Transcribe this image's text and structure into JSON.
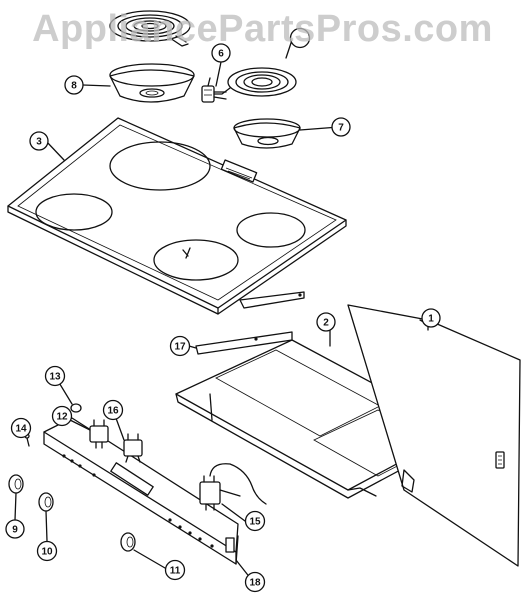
{
  "watermark": "AppliancePartsPros.com",
  "callouts": [
    {
      "id": "c1",
      "label": "1"
    },
    {
      "id": "c2",
      "label": "2"
    },
    {
      "id": "c3",
      "label": "3"
    },
    {
      "id": "c6",
      "label": "6"
    },
    {
      "id": "c7",
      "label": "7"
    },
    {
      "id": "c8",
      "label": "8"
    },
    {
      "id": "c9",
      "label": "9"
    },
    {
      "id": "c10",
      "label": "10"
    },
    {
      "id": "c11",
      "label": "11"
    },
    {
      "id": "c12",
      "label": "12"
    },
    {
      "id": "c13",
      "label": "13"
    },
    {
      "id": "c14",
      "label": "14"
    },
    {
      "id": "c15",
      "label": "15"
    },
    {
      "id": "c16",
      "label": "16"
    },
    {
      "id": "c17",
      "label": "17"
    },
    {
      "id": "c18",
      "label": "18"
    },
    {
      "id": "ctop",
      "label": ""
    }
  ]
}
